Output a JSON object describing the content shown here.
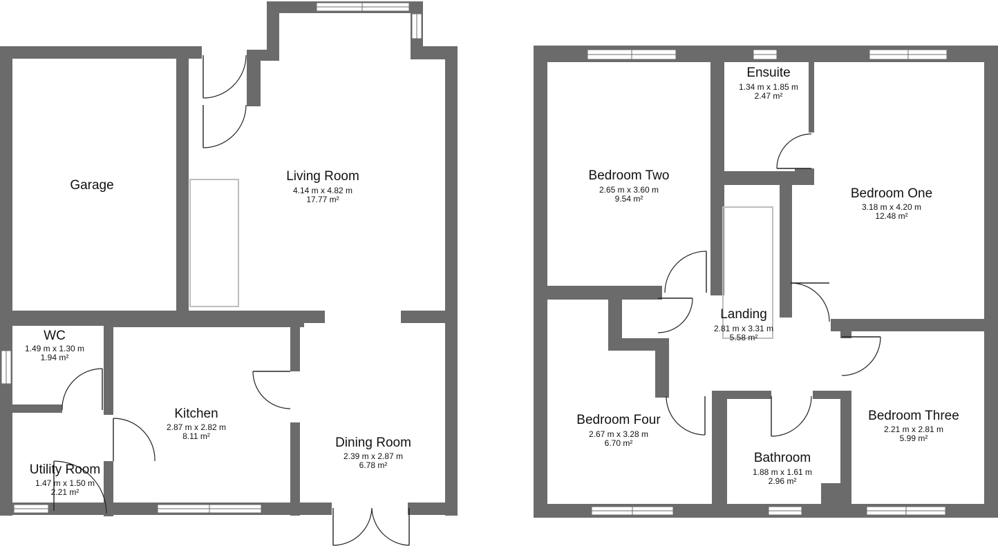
{
  "colors": {
    "wall": "#6b6b6b",
    "background": "#ffffff",
    "text": "#111111",
    "fixture": "#bdbdbd"
  },
  "rooms": [
    {
      "id": "garage",
      "name": "Garage",
      "dims": "",
      "area": ""
    },
    {
      "id": "living-room",
      "name": "Living Room",
      "dims": "4.14 m x 4.82 m",
      "area": "17.77 m²"
    },
    {
      "id": "wc",
      "name": "WC",
      "dims": "1.49 m x 1.30 m",
      "area": "1.94 m²"
    },
    {
      "id": "kitchen",
      "name": "Kitchen",
      "dims": "2.87 m x 2.82 m",
      "area": "8.11 m²"
    },
    {
      "id": "dining-room",
      "name": "Dining Room",
      "dims": "2.39 m x 2.87 m",
      "area": "6.78 m²"
    },
    {
      "id": "utility-room",
      "name": "Utility Room",
      "dims": "1.47 m x 1.50 m",
      "area": "2.21 m²"
    },
    {
      "id": "bedroom-two",
      "name": "Bedroom Two",
      "dims": "2.65 m x 3.60 m",
      "area": "9.54 m²"
    },
    {
      "id": "ensuite",
      "name": "Ensuite",
      "dims": "1.34 m x 1.85 m",
      "area": "2.47 m²"
    },
    {
      "id": "bedroom-one",
      "name": "Bedroom One",
      "dims": "3.18 m x 4.20 m",
      "area": "12.48 m²"
    },
    {
      "id": "landing",
      "name": "Landing",
      "dims": "2.81 m x 3.31 m",
      "area": "5.58 m²"
    },
    {
      "id": "bedroom-four",
      "name": "Bedroom Four",
      "dims": "2.67 m x 3.28 m",
      "area": "6.70 m²"
    },
    {
      "id": "bedroom-three",
      "name": "Bedroom Three",
      "dims": "2.21 m x 2.81 m",
      "area": "5.99 m²"
    },
    {
      "id": "bathroom",
      "name": "Bathroom",
      "dims": "1.88 m x 1.61 m",
      "area": "2.96 m²"
    }
  ]
}
